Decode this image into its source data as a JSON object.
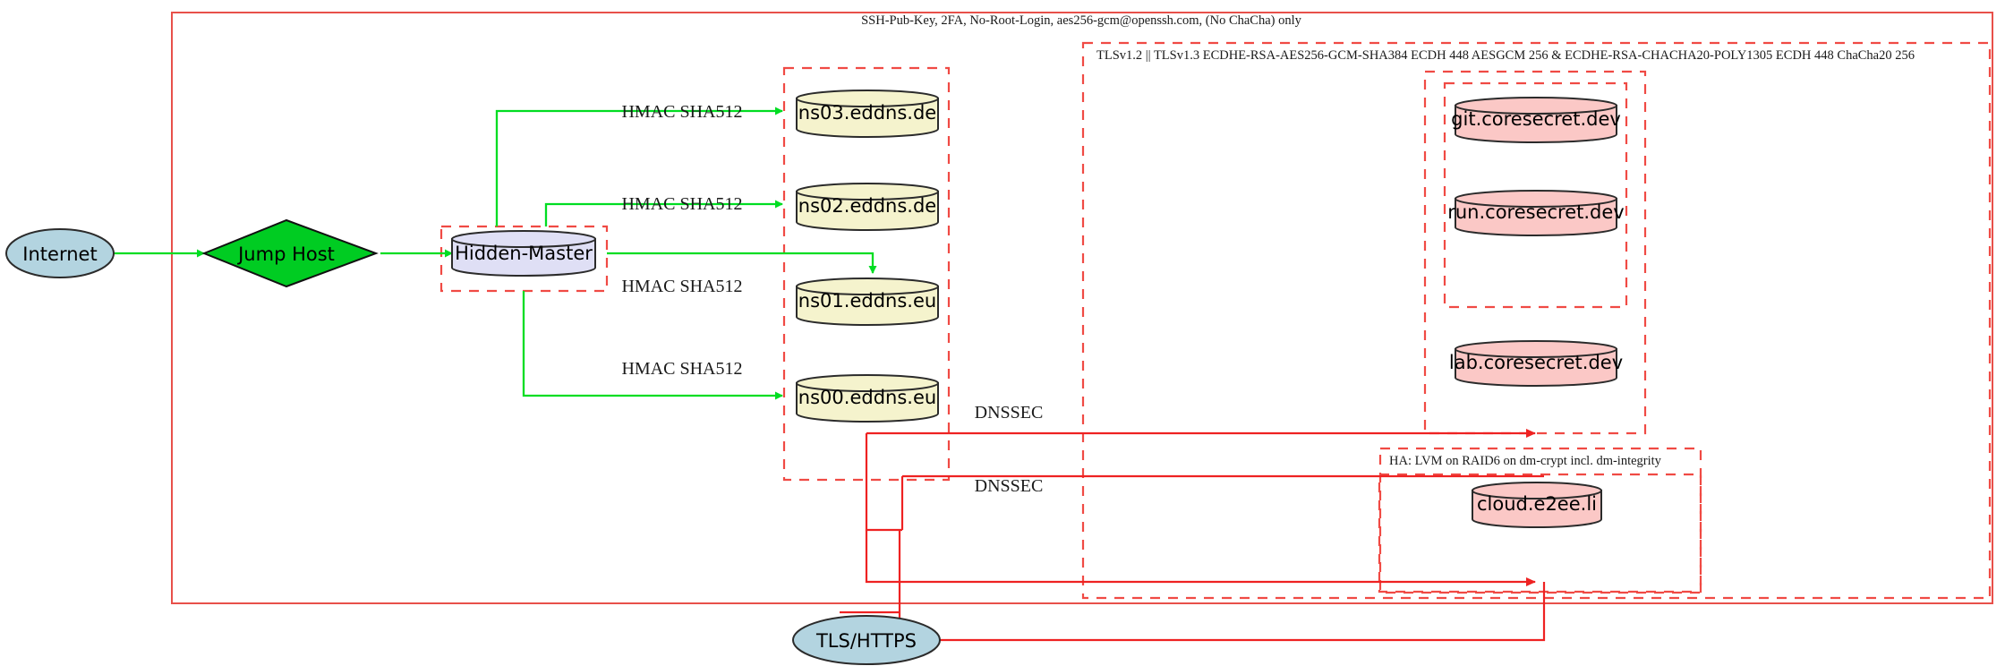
{
  "diagram": {
    "title_note": "SSH-Pub-Key, 2FA, No-Root-Login, aes256-gcm@openssh.com, (No ChaCha) only",
    "clusters": [
      {
        "id": "outer-ssh",
        "label": "SSH-Pub-Key, 2FA, No-Root-Login, aes256-gcm@openssh.com, (No ChaCha) only",
        "style": "solid-red"
      },
      {
        "id": "tls-cluster",
        "label": "TLSv1.2 || TLSv1.3 ECDHE-RSA-AES256-GCM-SHA384 ECDH 448 AESGCM 256 & ECDHE-RSA-CHACHA20-POLY1305 ECDH 448 ChaCha20 256",
        "style": "dashed-red"
      },
      {
        "id": "ha-cluster",
        "label": "HA: LVM on RAID6 on dm-crypt incl. dm-integrity",
        "style": "dashed-red"
      },
      {
        "id": "dns-cluster",
        "label": "",
        "style": "dashed-red"
      },
      {
        "id": "hidden-master-cluster",
        "label": "",
        "style": "dashed-red"
      },
      {
        "id": "coresecret-cluster",
        "label": "",
        "style": "dashed-red"
      },
      {
        "id": "coresecret-inner-cluster",
        "label": "",
        "style": "dashed-red"
      },
      {
        "id": "cloud-cluster",
        "label": "",
        "style": "dashed-red"
      }
    ],
    "nodes": [
      {
        "id": "internet",
        "label": "Internet",
        "shape": "ellipse",
        "fill": "#b3d4e0"
      },
      {
        "id": "jump-host",
        "label": "Jump Host",
        "shape": "diamond",
        "fill": "#00cc22"
      },
      {
        "id": "hidden-master",
        "label": "Hidden-Master",
        "shape": "cylinder",
        "fill": "#dfdff5"
      },
      {
        "id": "ns03",
        "label": "ns03.eddns.de",
        "shape": "cylinder",
        "fill": "#f5f3cd"
      },
      {
        "id": "ns02",
        "label": "ns02.eddns.de",
        "shape": "cylinder",
        "fill": "#f5f3cd"
      },
      {
        "id": "ns01",
        "label": "ns01.eddns.eu",
        "shape": "cylinder",
        "fill": "#f5f3cd"
      },
      {
        "id": "ns00",
        "label": "ns00.eddns.eu",
        "shape": "cylinder",
        "fill": "#f5f3cd"
      },
      {
        "id": "git",
        "label": "git.coresecret.dev",
        "shape": "cylinder",
        "fill": "#fbc8c6"
      },
      {
        "id": "run",
        "label": "run.coresecret.dev",
        "shape": "cylinder",
        "fill": "#fbc8c6"
      },
      {
        "id": "lab",
        "label": "lab.coresecret.dev",
        "shape": "cylinder",
        "fill": "#fbc8c6"
      },
      {
        "id": "cloud",
        "label": "cloud.e2ee.li",
        "shape": "cylinder",
        "fill": "#fbc8c6"
      },
      {
        "id": "tls-https",
        "label": "TLS/HTTPS",
        "shape": "ellipse",
        "fill": "#b3d4e0"
      }
    ],
    "edge_labels": {
      "hmac_ns03": "HMAC SHA512",
      "hmac_ns02": "HMAC SHA512",
      "hmac_ns01": "HMAC SHA512",
      "hmac_ns00": "HMAC SHA512",
      "dnssec_upper": "DNSSEC",
      "dnssec_lower": "DNSSEC"
    },
    "colors": {
      "green_edge": "#00dd22",
      "red_edge": "#ee2222",
      "cluster_border": "#f04a44",
      "dns_node_fill": "#f5f3cd",
      "service_node_fill": "#fbc8c6",
      "endpoint_fill": "#b3d4e0",
      "master_fill": "#dfdff5",
      "jump_host_fill": "#00cc22"
    }
  }
}
